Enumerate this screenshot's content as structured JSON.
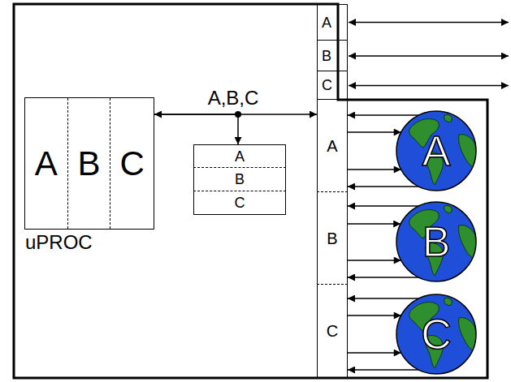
{
  "diagram": {
    "nodes": [
      {
        "text": [
          "uPROC"
        ]
      },
      {
        "text": [
          "A"
        ],
        "in": 0
      },
      {
        "text": [
          "B"
        ],
        "in": 0
      },
      {
        "text": [
          "C"
        ],
        "in": 0
      },
      {
        "text": [
          "A"
        ]
      },
      {
        "text": [
          "B"
        ]
      },
      {
        "text": [
          "C"
        ]
      },
      {
        "text": [
          "A"
        ]
      },
      {
        "text": [
          "B"
        ]
      },
      {
        "text": [
          "C"
        ]
      },
      {
        "text": [
          "A"
        ]
      },
      {
        "text": [
          "B"
        ]
      },
      {
        "text": [
          "C"
        ]
      },
      {
        "text": [
          "A"
        ]
      },
      {
        "text": [
          "B"
        ]
      },
      {
        "text": [
          "C"
        ]
      }
    ],
    "edges": [
      {
        "from": 0,
        "to": 10,
        "arrow": "both",
        "label": "A,B,C"
      },
      {
        "from": 0,
        "to": 4,
        "arrow": "to"
      },
      {
        "from": 13,
        "to": 10,
        "arrow": "to"
      },
      {
        "from": 10,
        "to": 13,
        "arrow": "to"
      },
      {
        "from": 10,
        "to": 13,
        "arrow": "to"
      },
      {
        "from": 13,
        "to": 10,
        "arrow": "to"
      },
      {
        "from": 14,
        "to": 11,
        "arrow": "to"
      },
      {
        "from": 11,
        "to": 14,
        "arrow": "to"
      },
      {
        "from": 11,
        "to": 14,
        "arrow": "to"
      },
      {
        "from": 14,
        "to": 11,
        "arrow": "to"
      },
      {
        "from": 15,
        "to": 12,
        "arrow": "to"
      },
      {
        "from": 12,
        "to": 15,
        "arrow": "to"
      },
      {
        "from": 12,
        "to": 15,
        "arrow": "to"
      },
      {
        "from": 15,
        "to": 12,
        "arrow": "to"
      }
    ]
  }
}
